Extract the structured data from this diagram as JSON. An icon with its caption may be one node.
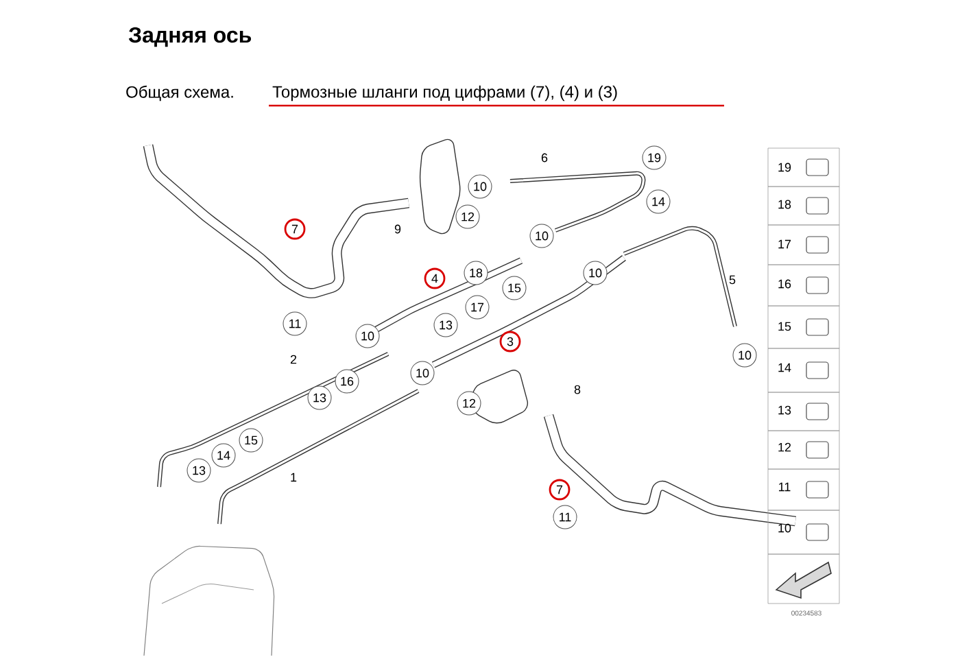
{
  "diagram": {
    "title": "Задняя ось",
    "labels": [
      "Общая схема.",
      "Тормозные шланги под цифрами (7), (4) и (3)",
      "6",
      "19",
      "10",
      "12",
      "7",
      "9",
      "14",
      "10",
      "18",
      "4",
      "10",
      "15",
      "5",
      "17",
      "11",
      "13",
      "3",
      "10",
      "2",
      "16",
      "10",
      "10",
      "13",
      "8",
      "12",
      "15",
      "14",
      "13",
      "1",
      "7",
      "11",
      "19",
      "18",
      "17",
      "16",
      "15",
      "14",
      "13",
      "12",
      "11",
      "10",
      "00234583"
    ]
  }
}
